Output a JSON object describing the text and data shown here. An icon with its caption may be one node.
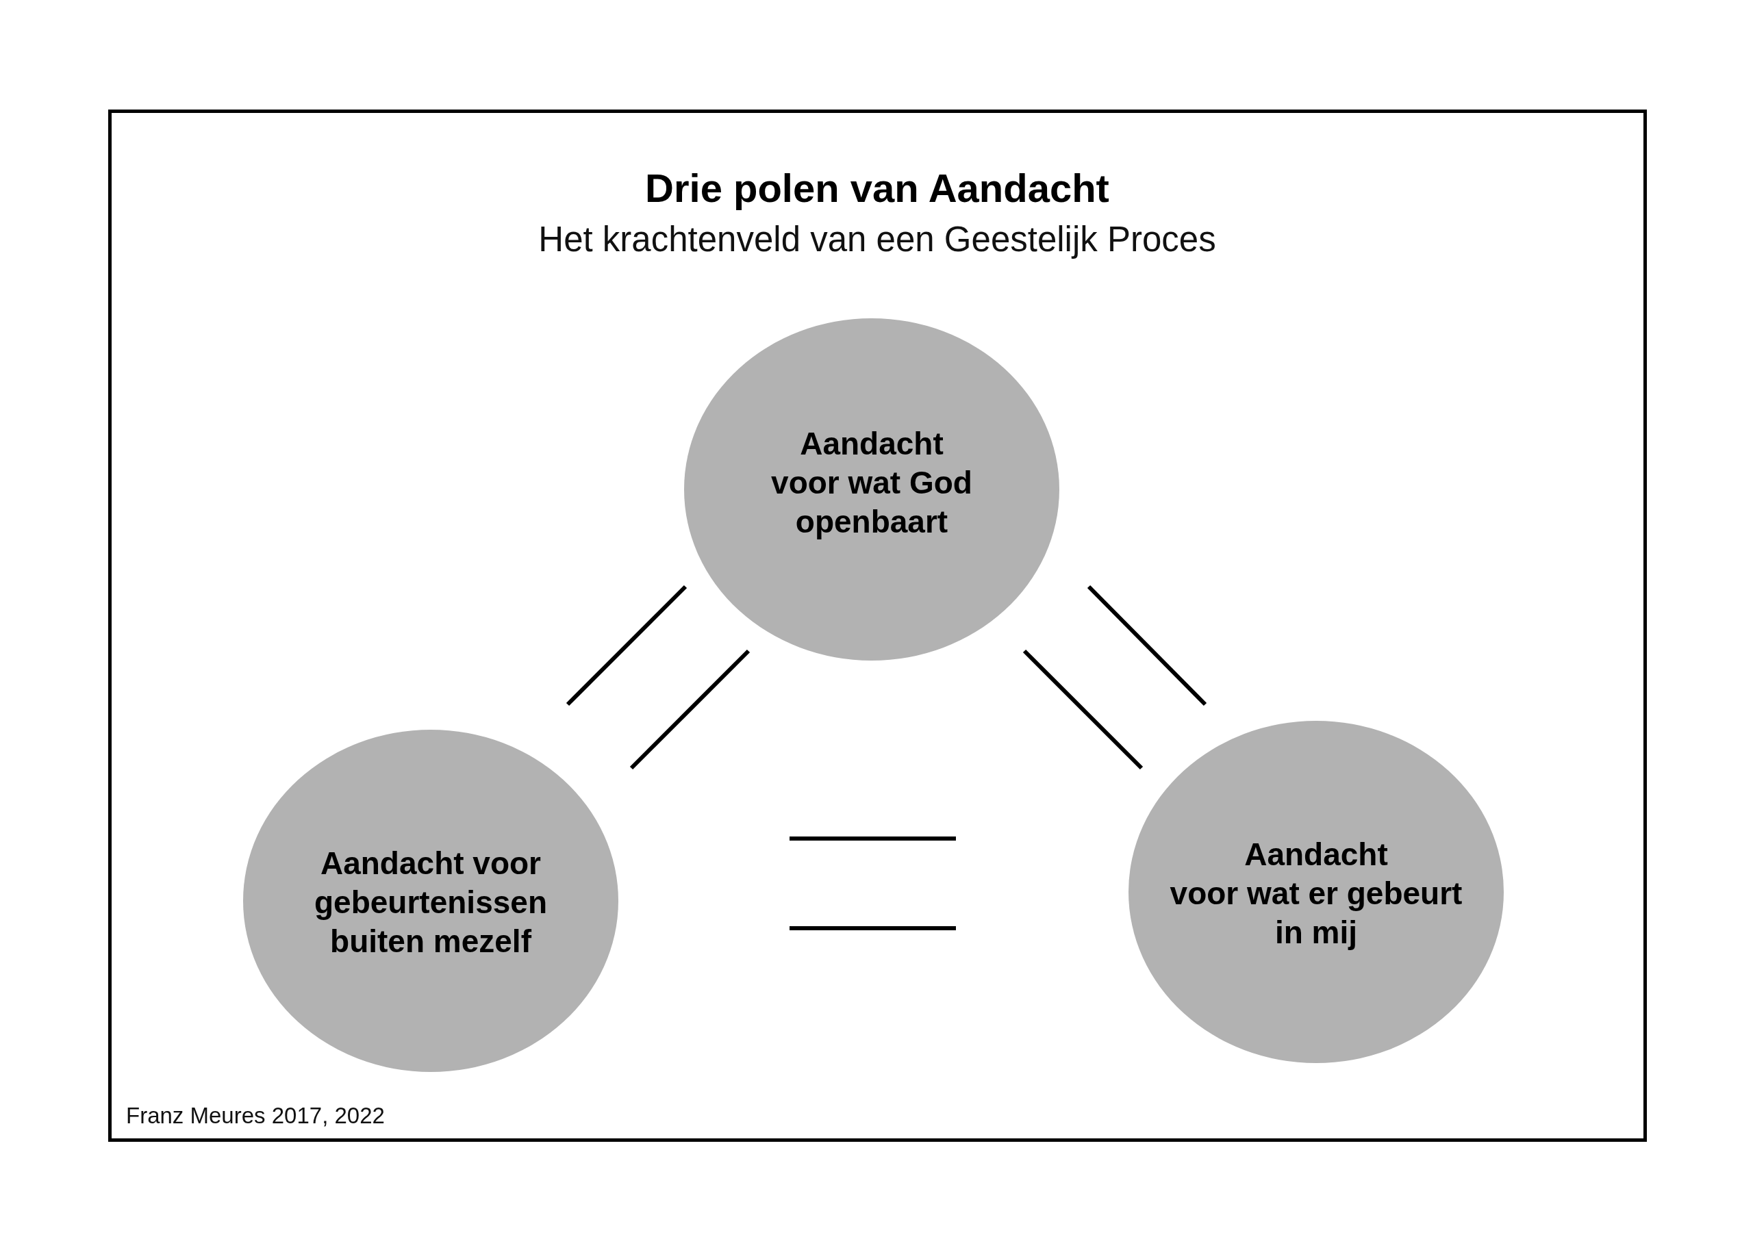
{
  "diagram": {
    "title": "Drie polen van Aandacht",
    "nodes": [
      {
        "text": [
          "Aandacht voor wat God openbaart"
        ]
      },
      {
        "text": [
          "Aandacht voor gebeurtenissen buiten mezelf"
        ]
      },
      {
        "text": [
          "Aandacht voor wat er gebeurt in mij"
        ]
      }
    ],
    "labels": [
      "Het krachtenveld van een Geestelijk Proces",
      "Franz Meures 2017, 2022"
    ]
  }
}
